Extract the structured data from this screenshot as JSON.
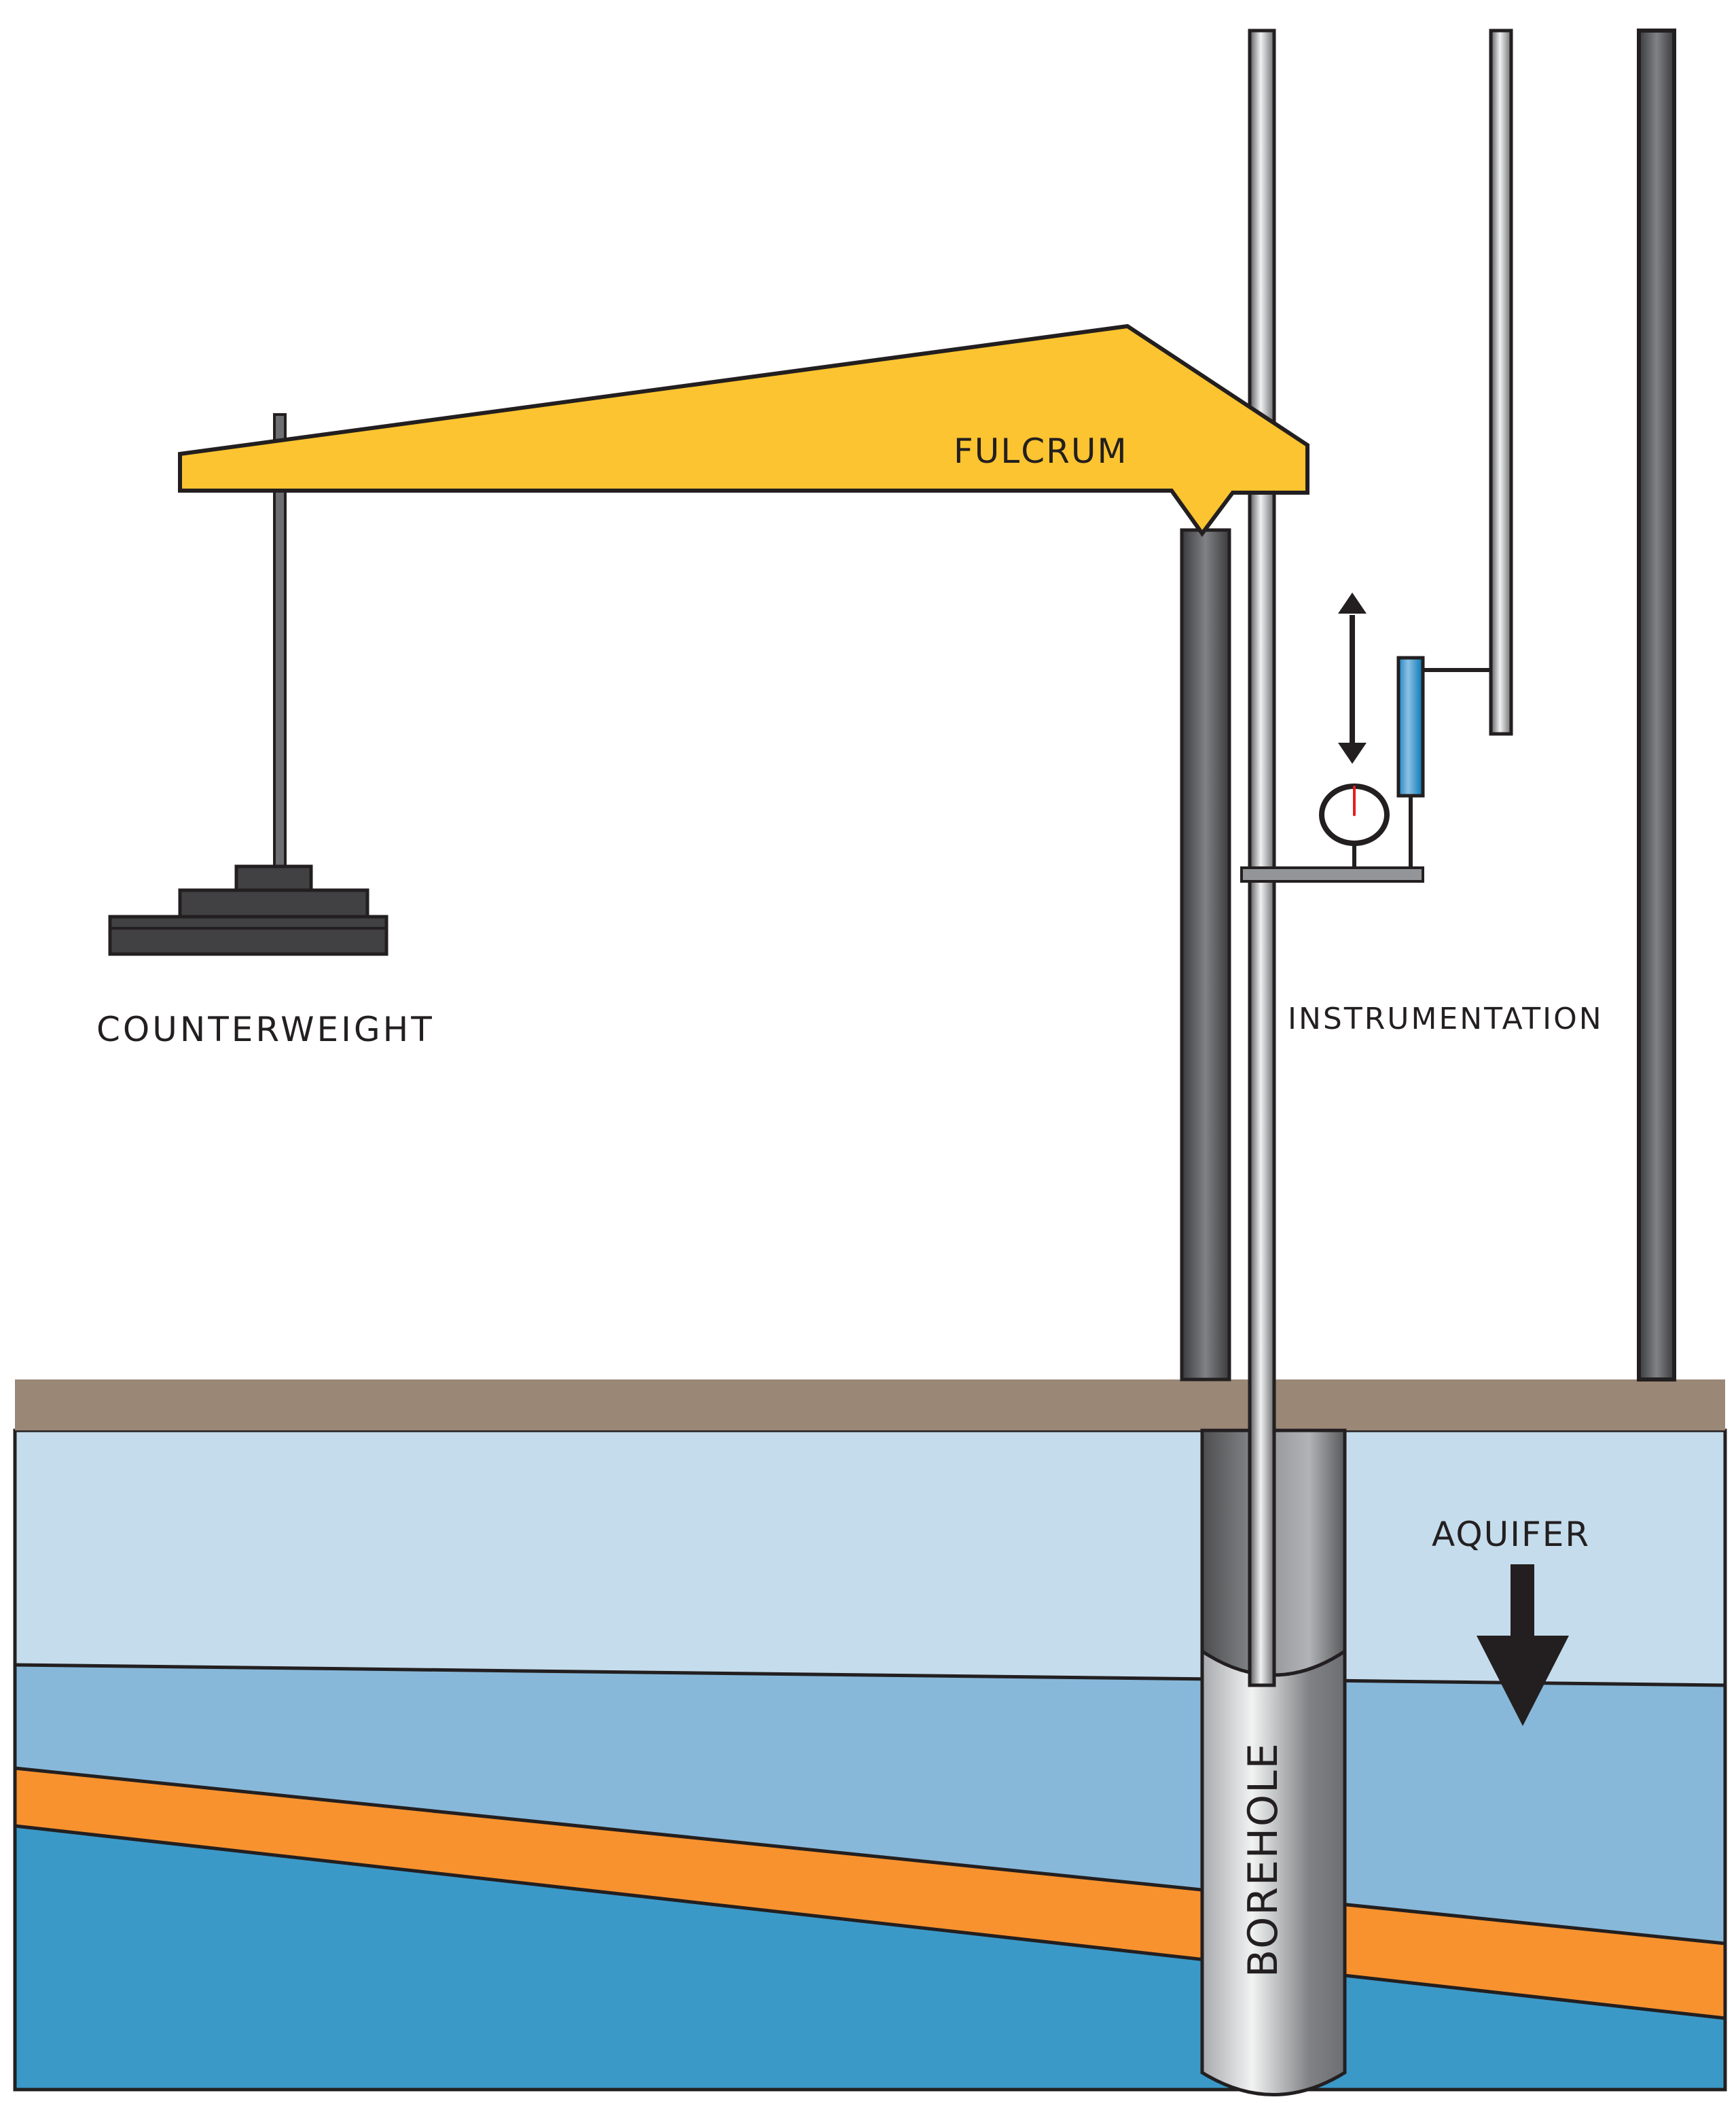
{
  "title": "Borehole extensometer with counterweighted lever arm",
  "labels": {
    "fulcrum": "FULCRUM",
    "counterweight": "COUNTERWEIGHT",
    "instrumentation": "INSTRUMENTATION",
    "aquifer": "AQUIFER",
    "borehole": "BOREHOLE"
  },
  "components": [
    {
      "id": "lever-beam",
      "name": "Lever beam"
    },
    {
      "id": "counterweight",
      "name": "Counterweight",
      "stack_plates": 3
    },
    {
      "id": "fulcrum-column",
      "name": "Fulcrum support column"
    },
    {
      "id": "extensometer-pipe",
      "name": "Extensometer pipe"
    },
    {
      "id": "reference-rod",
      "name": "Reference rod"
    },
    {
      "id": "instrument-table",
      "name": "Instrument table"
    },
    {
      "id": "dial-gauge",
      "name": "Dial gauge"
    },
    {
      "id": "displacement-transducer",
      "name": "Displacement transducer"
    },
    {
      "id": "motion-arrow",
      "name": "Up/down motion arrow",
      "direction": "bidirectional-vertical"
    },
    {
      "id": "aquifer-arrow",
      "name": "Aquifer compaction arrow",
      "direction": "down"
    }
  ],
  "layers": [
    {
      "name": "Land surface",
      "color": "#9a8776"
    },
    {
      "name": "Unsaturated zone",
      "color": "#c5dcec"
    },
    {
      "name": "Upper aquifer",
      "color": "#87b8da"
    },
    {
      "name": "Confining clay layer",
      "color": "#f7922f"
    },
    {
      "name": "Lower aquifer",
      "color": "#3b99c8"
    }
  ],
  "colors": {
    "beam": "#fcc430",
    "outline": "#231f20",
    "counterweight": "#414042",
    "rod_dark": "#6d6e71",
    "transducer": "#1c86c4",
    "gauge_needle": "#e31e24",
    "table": "#939598"
  }
}
